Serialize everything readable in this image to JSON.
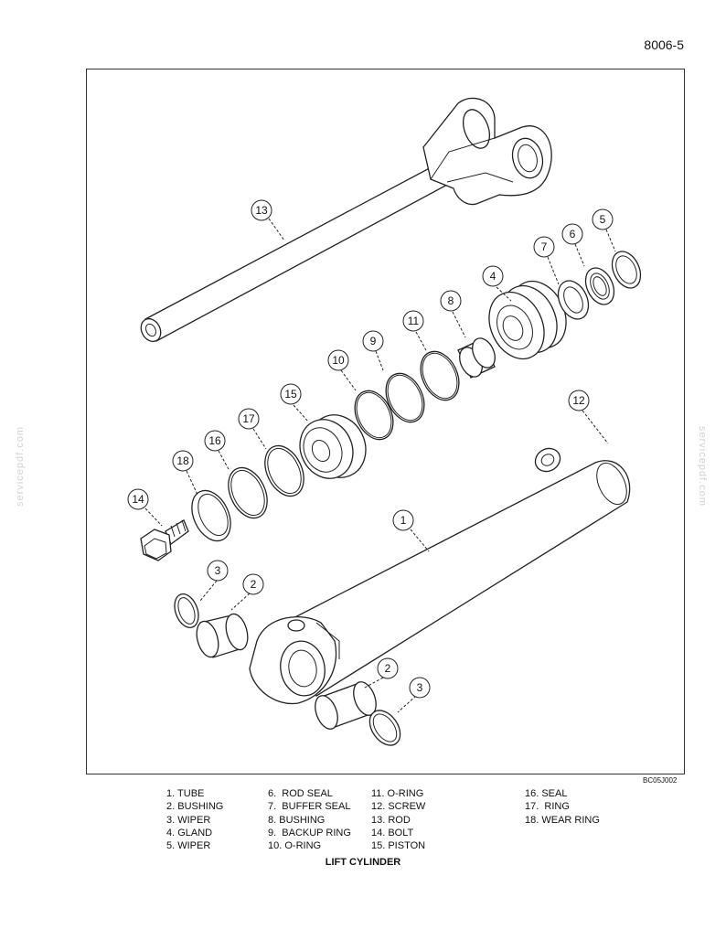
{
  "page_number": "8006-5",
  "figure_code": "BC05J002",
  "watermark": "servicepdf.com",
  "caption": "LIFT CYLINDER",
  "legend": {
    "col1": [
      "1. TUBE",
      "2. BUSHING",
      "3. WIPER",
      "4. GLAND",
      "5. WIPER"
    ],
    "col2": [
      "6.  ROD SEAL",
      "7.  BUFFER SEAL",
      "8. BUSHING",
      "9.  BACKUP RING",
      "10. O-RING"
    ],
    "col3": [
      "11. O-RING",
      "12. SCREW",
      "13. ROD",
      "14. BOLT",
      "15. PISTON"
    ],
    "col4": [
      "16. SEAL",
      "17.  RING",
      "18. WEAR RING"
    ]
  },
  "callouts": [
    "13",
    "5",
    "6",
    "7",
    "4",
    "8",
    "11",
    "9",
    "10",
    "15",
    "17",
    "16",
    "18",
    "14",
    "12",
    "1",
    "3",
    "2",
    "2",
    "3"
  ]
}
